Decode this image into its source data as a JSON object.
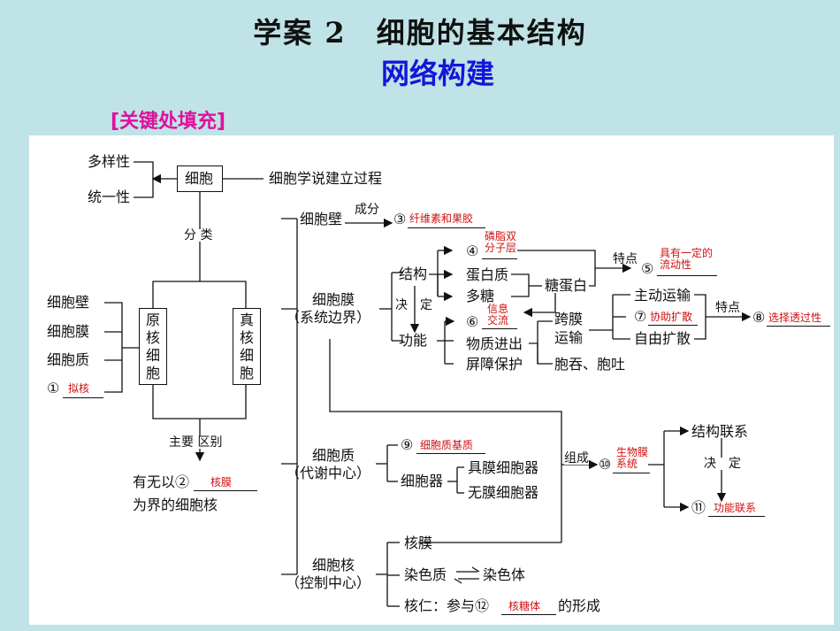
{
  "header": {
    "title": "学案 2　细胞的基本结构",
    "subtitle": "网络构建",
    "tag": "[关键处填充]"
  },
  "diagram": {
    "cell": "细胞",
    "diversity": "多样性",
    "unity": "统一性",
    "theory": "细胞学说建立过程",
    "classify": "分 类",
    "prok_items": [
      "细胞壁",
      "细胞膜",
      "细胞质",
      "①"
    ],
    "prokaryote": "原\n核\n细\n胞",
    "eukaryote": "真\n核\n细\n胞",
    "main_diff": "主要  区别",
    "has_prefix": "有无以②",
    "bounded": "为界的细胞核",
    "cell_wall": "细胞壁",
    "composition": "成分",
    "n3": "③",
    "membrane": "细胞膜",
    "membrane_sub": "（系统边界）",
    "structure": "结构",
    "determine": "决　定",
    "function": "功能",
    "n4": "④",
    "protein": "蛋白质",
    "sugar": "多糖",
    "glycoprotein": "糖蛋白",
    "feature": "特点",
    "n5": "⑤",
    "n6": "⑥",
    "material": "物质进出",
    "barrier": "屏障保护",
    "trans1": "跨膜",
    "trans2": "运输",
    "active": "主动运输",
    "n7": "⑦",
    "free": "自由扩散",
    "feature2": "特点",
    "n8": "⑧",
    "endo": "胞吞、胞吐",
    "cytoplasm": "细胞质",
    "cyto_sub": "（代谢中心）",
    "n9": "⑨",
    "organelle": "细胞器",
    "membranous": "具膜细胞器",
    "nonmembranous": "无膜细胞器",
    "compose": "组成",
    "n10": "⑩",
    "struct_link": "结构联系",
    "determine2": "决　定",
    "n11": "⑪",
    "nucleus": "细胞核",
    "nucleus_sub": "（控制中心）",
    "envelope": "核膜",
    "chromatin": "染色质",
    "chromosome": "染色体",
    "nucleolus": "核仁：参与⑫",
    "formation": "的形成"
  },
  "answers": {
    "a1": "拟核",
    "a2": "核膜",
    "a3": "纤维素和果胶",
    "a4": "磷脂双\n分子层",
    "a5": "具有一定的\n流动性",
    "a6": "信息\n交流",
    "a7": "协助扩散",
    "a8": "选择透过性",
    "a9": "细胞质基质",
    "a10": "生物膜\n系统",
    "a11": "功能联系",
    "a12": "核糖体"
  },
  "colors": {
    "background": "#bfe3e6",
    "title_blue": "#1515d8",
    "tag_pink": "#e0109e",
    "answer_red": "#d01010"
  }
}
